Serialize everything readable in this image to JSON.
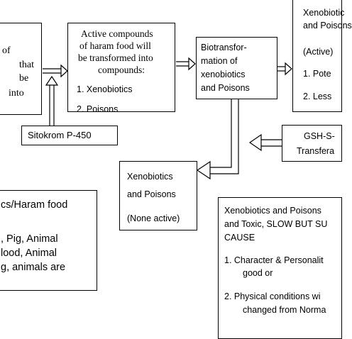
{
  "box_left": {
    "lines": [
      "of",
      "that",
      "be",
      "into"
    ]
  },
  "box_active": {
    "lines": [
      "Active compounds",
      "of haram food will",
      "be transformed into",
      "compounds:"
    ],
    "items": [
      "1.  Xenobiotics",
      "2.  Poisons"
    ]
  },
  "box_biotrans": {
    "lines": [
      "Biotransfor-",
      "mation of",
      "xenobiotics",
      "and Poisons"
    ]
  },
  "box_right_top": {
    "lines": [
      "Xenobiotic",
      "and Poisons",
      "(Active)",
      "1.  Pote",
      "2.  Less"
    ]
  },
  "box_sitokrom": {
    "label": "Sitokrom P-450"
  },
  "box_gsh": {
    "lines": [
      "GSH-S-",
      "Transfera"
    ]
  },
  "box_none_active": {
    "lines": [
      "Xenobiotics",
      "and Poisons",
      "(None active)"
    ]
  },
  "box_haram": {
    "lines": [
      "cs/Haram food",
      ",  Pig,  Animal",
      "lood,  Animal",
      "g, animals are"
    ]
  },
  "box_toxic": {
    "lines": [
      "Xenobiotics and Poisons",
      "and Toxic, SLOW BUT SU",
      "CAUSE"
    ],
    "items": [
      "1.  Character & Personalit",
      "good or",
      "2.  Physical conditions wi",
      "changed from Norma"
    ]
  }
}
